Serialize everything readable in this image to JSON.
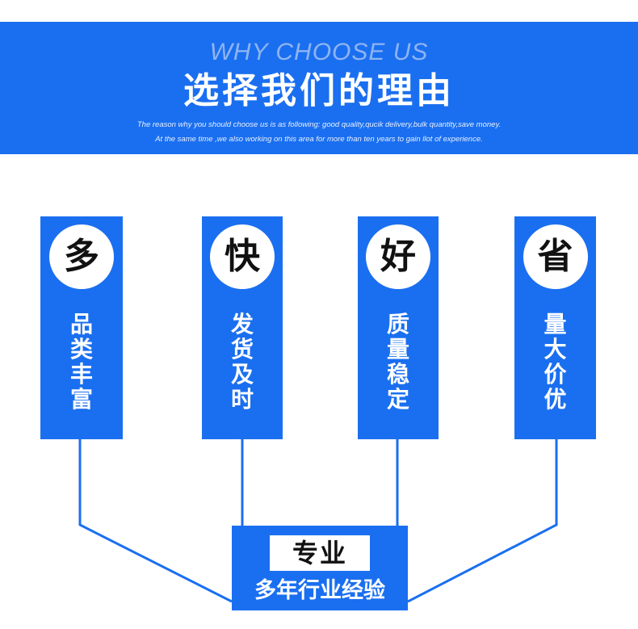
{
  "banner": {
    "en_title": "WHY CHOOSE US",
    "cn_title": "选择我们的理由",
    "desc_line1": "The reason why you should choose us is as following: good quality,qucik delivery,bulk quantity,save money.",
    "desc_line2": "At the same time ,we also working on this area for more than ten years to gain llot of experience."
  },
  "cards": [
    {
      "char": "多",
      "text": "品类丰富"
    },
    {
      "char": "快",
      "text": "发货及时"
    },
    {
      "char": "好",
      "text": "质量稳定"
    },
    {
      "char": "省",
      "text": "量大价优"
    }
  ],
  "bottom": {
    "label": "专业",
    "subtitle": "多年行业经验"
  },
  "colors": {
    "primary": "#1a6ff0",
    "white": "#ffffff",
    "dark_text": "#111111"
  }
}
